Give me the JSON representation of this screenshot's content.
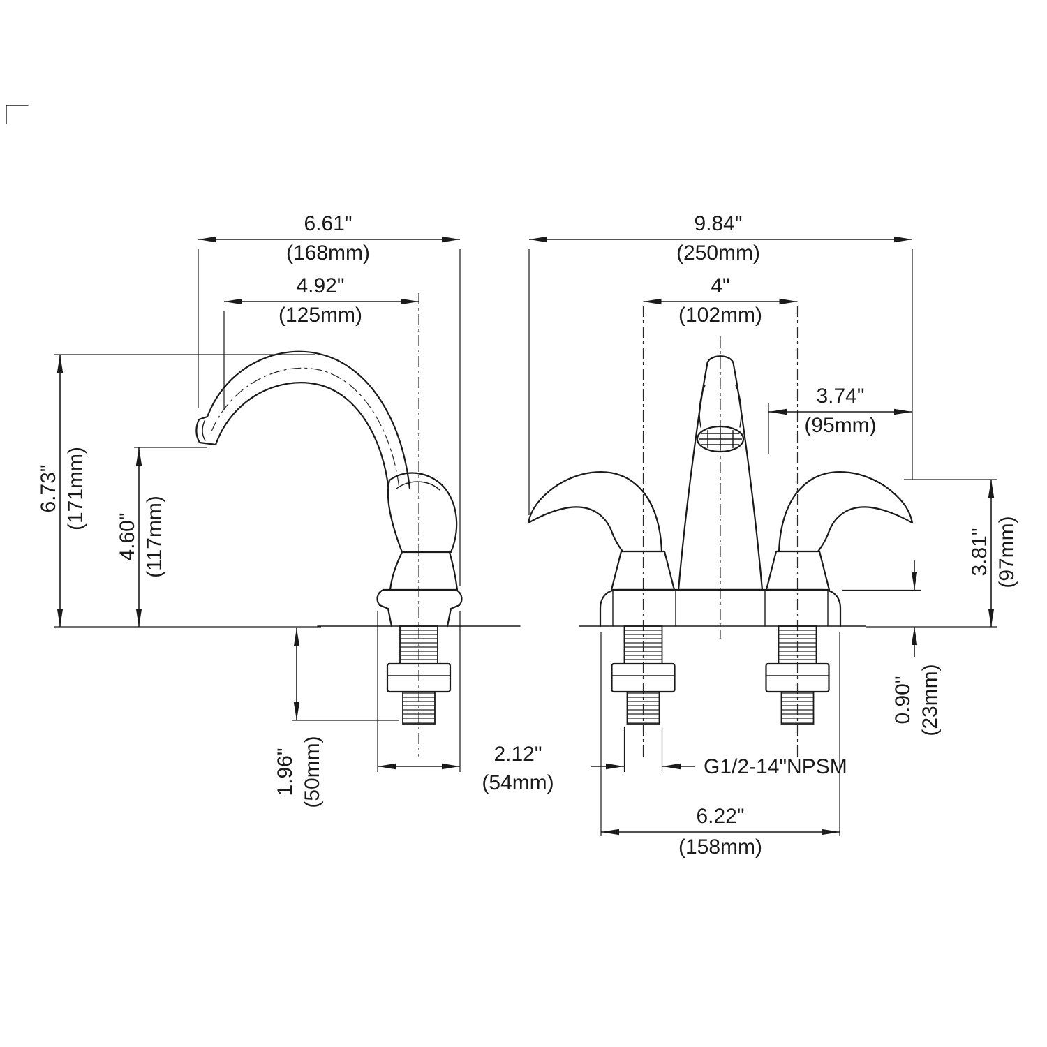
{
  "canvas": {
    "background": "#ffffff",
    "line_color": "#1a1a1a"
  },
  "dimensions": {
    "side": {
      "overall_width": {
        "inches": "6.61\"",
        "metric": "(168mm)"
      },
      "spout_reach": {
        "inches": "4.92\"",
        "metric": "(125mm)"
      },
      "overall_height": {
        "inches": "6.73\"",
        "metric": "(171mm)"
      },
      "spout_height": {
        "inches": "4.60\"",
        "metric": "(117mm)"
      },
      "shank_length": {
        "inches": "1.96\"",
        "metric": "(50mm)"
      },
      "base_width": {
        "inches": "2.12\"",
        "metric": "(54mm)"
      }
    },
    "front": {
      "overall_width": {
        "inches": "9.84\"",
        "metric": "(250mm)"
      },
      "handle_spacing": {
        "inches": "4\"",
        "metric": "(102mm)"
      },
      "spout_offset": {
        "inches": "3.74\"",
        "metric": "(95mm)"
      },
      "handle_height": {
        "inches": "3.81\"",
        "metric": "(97mm)"
      },
      "deck_thickness": {
        "inches": "0.90\"",
        "metric": "(23mm)"
      },
      "deck_width": {
        "inches": "6.22\"",
        "metric": "(158mm)"
      },
      "thread_spec": "G1/2-14\"NPSM"
    }
  }
}
